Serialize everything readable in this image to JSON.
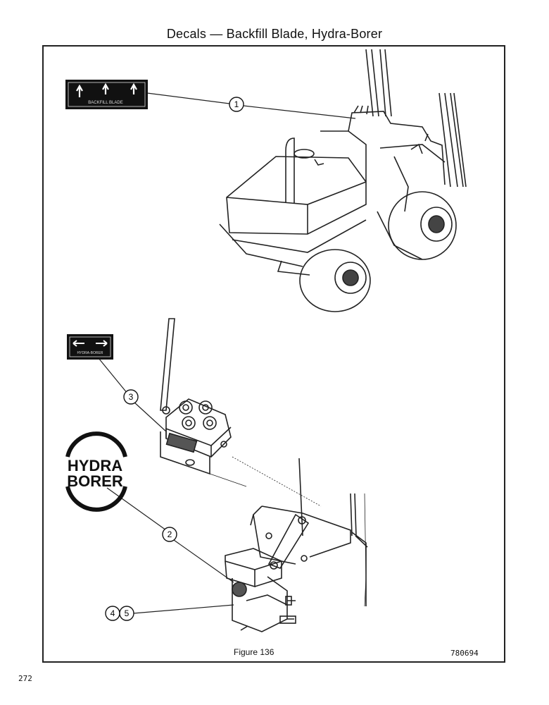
{
  "page": {
    "title": "Decals — Backfill Blade, Hydra-Borer",
    "page_number": "272"
  },
  "figure": {
    "caption": "Figure 136",
    "number": "780694"
  },
  "decals": {
    "backfill_blade": {
      "text": "BACKFILL BLADE"
    },
    "hydra_borer_control": {
      "text": "HYDRA-BORER"
    },
    "hydra_borer_logo": {
      "line1": "HYDRA",
      "line2": "BORER"
    }
  },
  "callouts": [
    "1",
    "2",
    "3",
    "4",
    "5"
  ]
}
